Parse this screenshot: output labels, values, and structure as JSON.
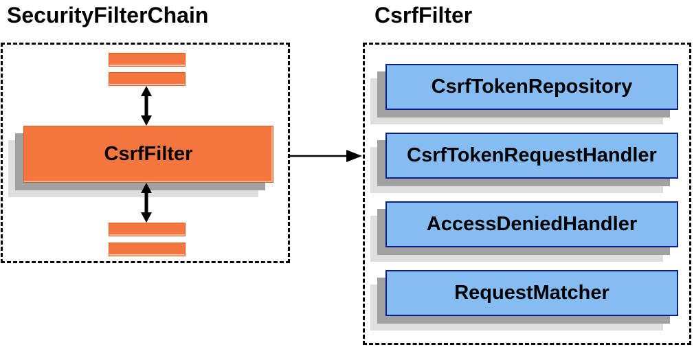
{
  "left_panel": {
    "title": "SecurityFilterChain",
    "node_label": "CsrfFilter"
  },
  "right_panel": {
    "title": "CsrfFilter",
    "components": [
      "CsrfTokenRepository",
      "CsrfTokenRequestHandler",
      "AccessDeniedHandler",
      "RequestMatcher"
    ]
  },
  "icons": {
    "vertical_arrows": "bidirectional-arrow-icon",
    "flow_arrow": "flow-arrow-icon"
  },
  "colors": {
    "node_orange": "#F4763E",
    "node_orange_border": "#E35C20",
    "component_blue_fill": "#85BDF2",
    "component_blue_border": "#0A1E8F",
    "shadow_dark": "#A1A1A1",
    "shadow_light": "#DFDFDF",
    "arrow_black": "#000000"
  }
}
